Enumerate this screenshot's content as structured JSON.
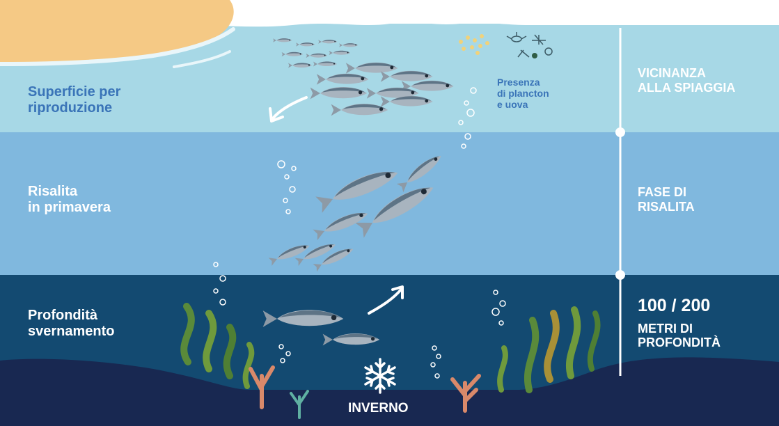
{
  "layers": {
    "surface": {
      "line1": "Superficie per",
      "line2": "riproduzione"
    },
    "ascent": {
      "line1": "Risalita",
      "line2": "in primavera"
    },
    "deep": {
      "line1": "Profondità",
      "line2": "svernamento"
    }
  },
  "plankton": {
    "line1": "Presenza",
    "line2": "di plancton",
    "line3": "e uova"
  },
  "side": {
    "top": {
      "line1": "VICINANZA",
      "line2": "ALLA SPIAGGIA"
    },
    "middle": {
      "line1": "FASE DI",
      "line2": "RISALITA"
    },
    "bottom": {
      "value": "100 / 200",
      "line1": "METRI DI",
      "line2": "PROFONDITÀ"
    }
  },
  "winter": {
    "label": "INVERNO",
    "icon": "snowflake-icon"
  },
  "colors": {
    "sky": "#ffffff",
    "sand": "#f5c985",
    "surface_water": "#a7d8e6",
    "mid_water": "#80b8de",
    "deep_water": "#134a71",
    "seabed": "#182851",
    "label_blue": "#3a74b8",
    "fish_body": "#a8b4bf",
    "fish_back": "#5e7486",
    "seaweed_green": "#5a8a3a",
    "coral_orange": "#d9896a"
  }
}
